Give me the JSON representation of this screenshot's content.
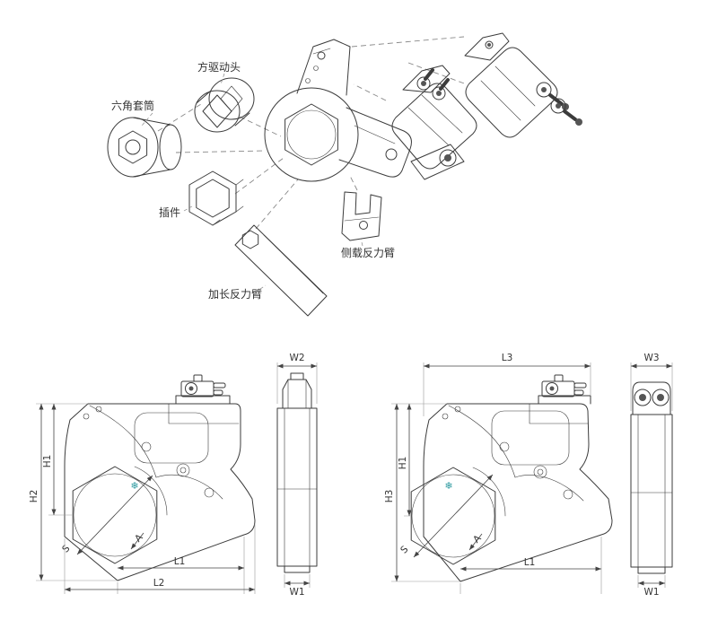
{
  "exploded": {
    "labels": {
      "square_drive": "方驱动头",
      "hex_socket": "六角套筒",
      "insert": "插件",
      "side_reaction_arm": "侧载反力臂",
      "long_reaction_arm": "加长反力臂"
    }
  },
  "views": {
    "left_side": {
      "h2": "H2",
      "h1": "H1",
      "s": "S",
      "a": "A",
      "l1": "L1",
      "l2": "L2"
    },
    "left_front": {
      "w2": "W2",
      "w1": "W1"
    },
    "right_side": {
      "h3": "H3",
      "h1": "H1",
      "s": "S",
      "a": "A",
      "l1": "L1",
      "l3": "L3"
    },
    "right_front": {
      "w3": "W3",
      "w1": "W1"
    }
  },
  "marks": {
    "snowflake": "❄"
  },
  "colors": {
    "line": "#3b3b3b",
    "dimension": "#444444",
    "accent": "#2e9aa0",
    "background": "#ffffff"
  }
}
